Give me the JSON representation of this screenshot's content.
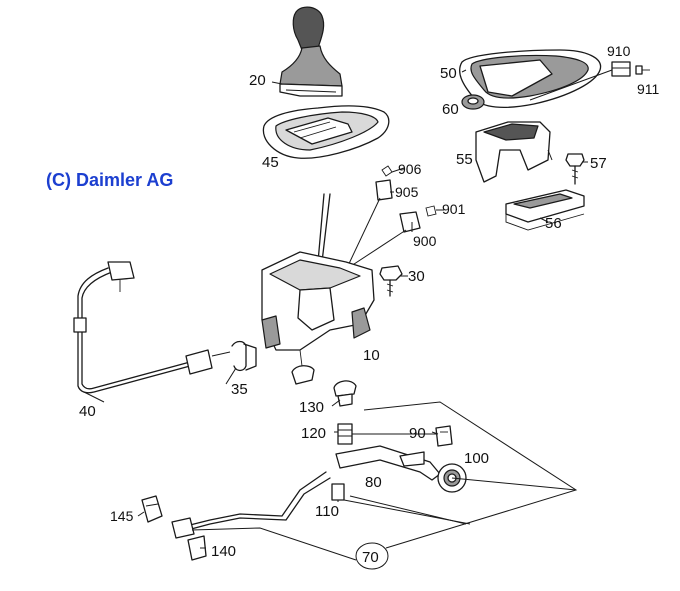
{
  "copyright": "(C) Daimler AG",
  "parts": [
    {
      "id": "p20",
      "label": "20"
    },
    {
      "id": "p45",
      "label": "45"
    },
    {
      "id": "p50",
      "label": "50"
    },
    {
      "id": "p60",
      "label": "60"
    },
    {
      "id": "p910",
      "label": "910"
    },
    {
      "id": "p911",
      "label": "911"
    },
    {
      "id": "p55",
      "label": "55"
    },
    {
      "id": "p57",
      "label": "57"
    },
    {
      "id": "p56",
      "label": "56"
    },
    {
      "id": "p906",
      "label": "906"
    },
    {
      "id": "p905",
      "label": "905"
    },
    {
      "id": "p901",
      "label": "901"
    },
    {
      "id": "p900",
      "label": "900"
    },
    {
      "id": "p30",
      "label": "30"
    },
    {
      "id": "p10",
      "label": "10"
    },
    {
      "id": "p35",
      "label": "35"
    },
    {
      "id": "p40",
      "label": "40"
    },
    {
      "id": "p130",
      "label": "130"
    },
    {
      "id": "p120",
      "label": "120"
    },
    {
      "id": "p90",
      "label": "90"
    },
    {
      "id": "p100",
      "label": "100"
    },
    {
      "id": "p80",
      "label": "80"
    },
    {
      "id": "p110",
      "label": "110"
    },
    {
      "id": "p145",
      "label": "145"
    },
    {
      "id": "p140",
      "label": "140"
    },
    {
      "id": "p70",
      "label": "70"
    }
  ],
  "colors": {
    "copyright_text": "#1c3fd0",
    "line": "#1a1a1a",
    "background": "#ffffff"
  }
}
